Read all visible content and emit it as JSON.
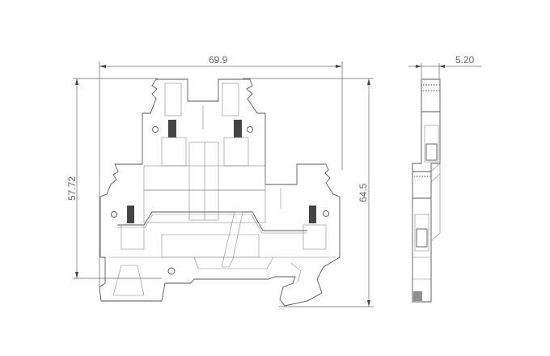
{
  "drawing": {
    "front_view": {
      "width_label": "69.9",
      "height_label_left": "57.72",
      "height_label_right": "64.5"
    },
    "side_view": {
      "thickness_label": "5.20"
    }
  }
}
